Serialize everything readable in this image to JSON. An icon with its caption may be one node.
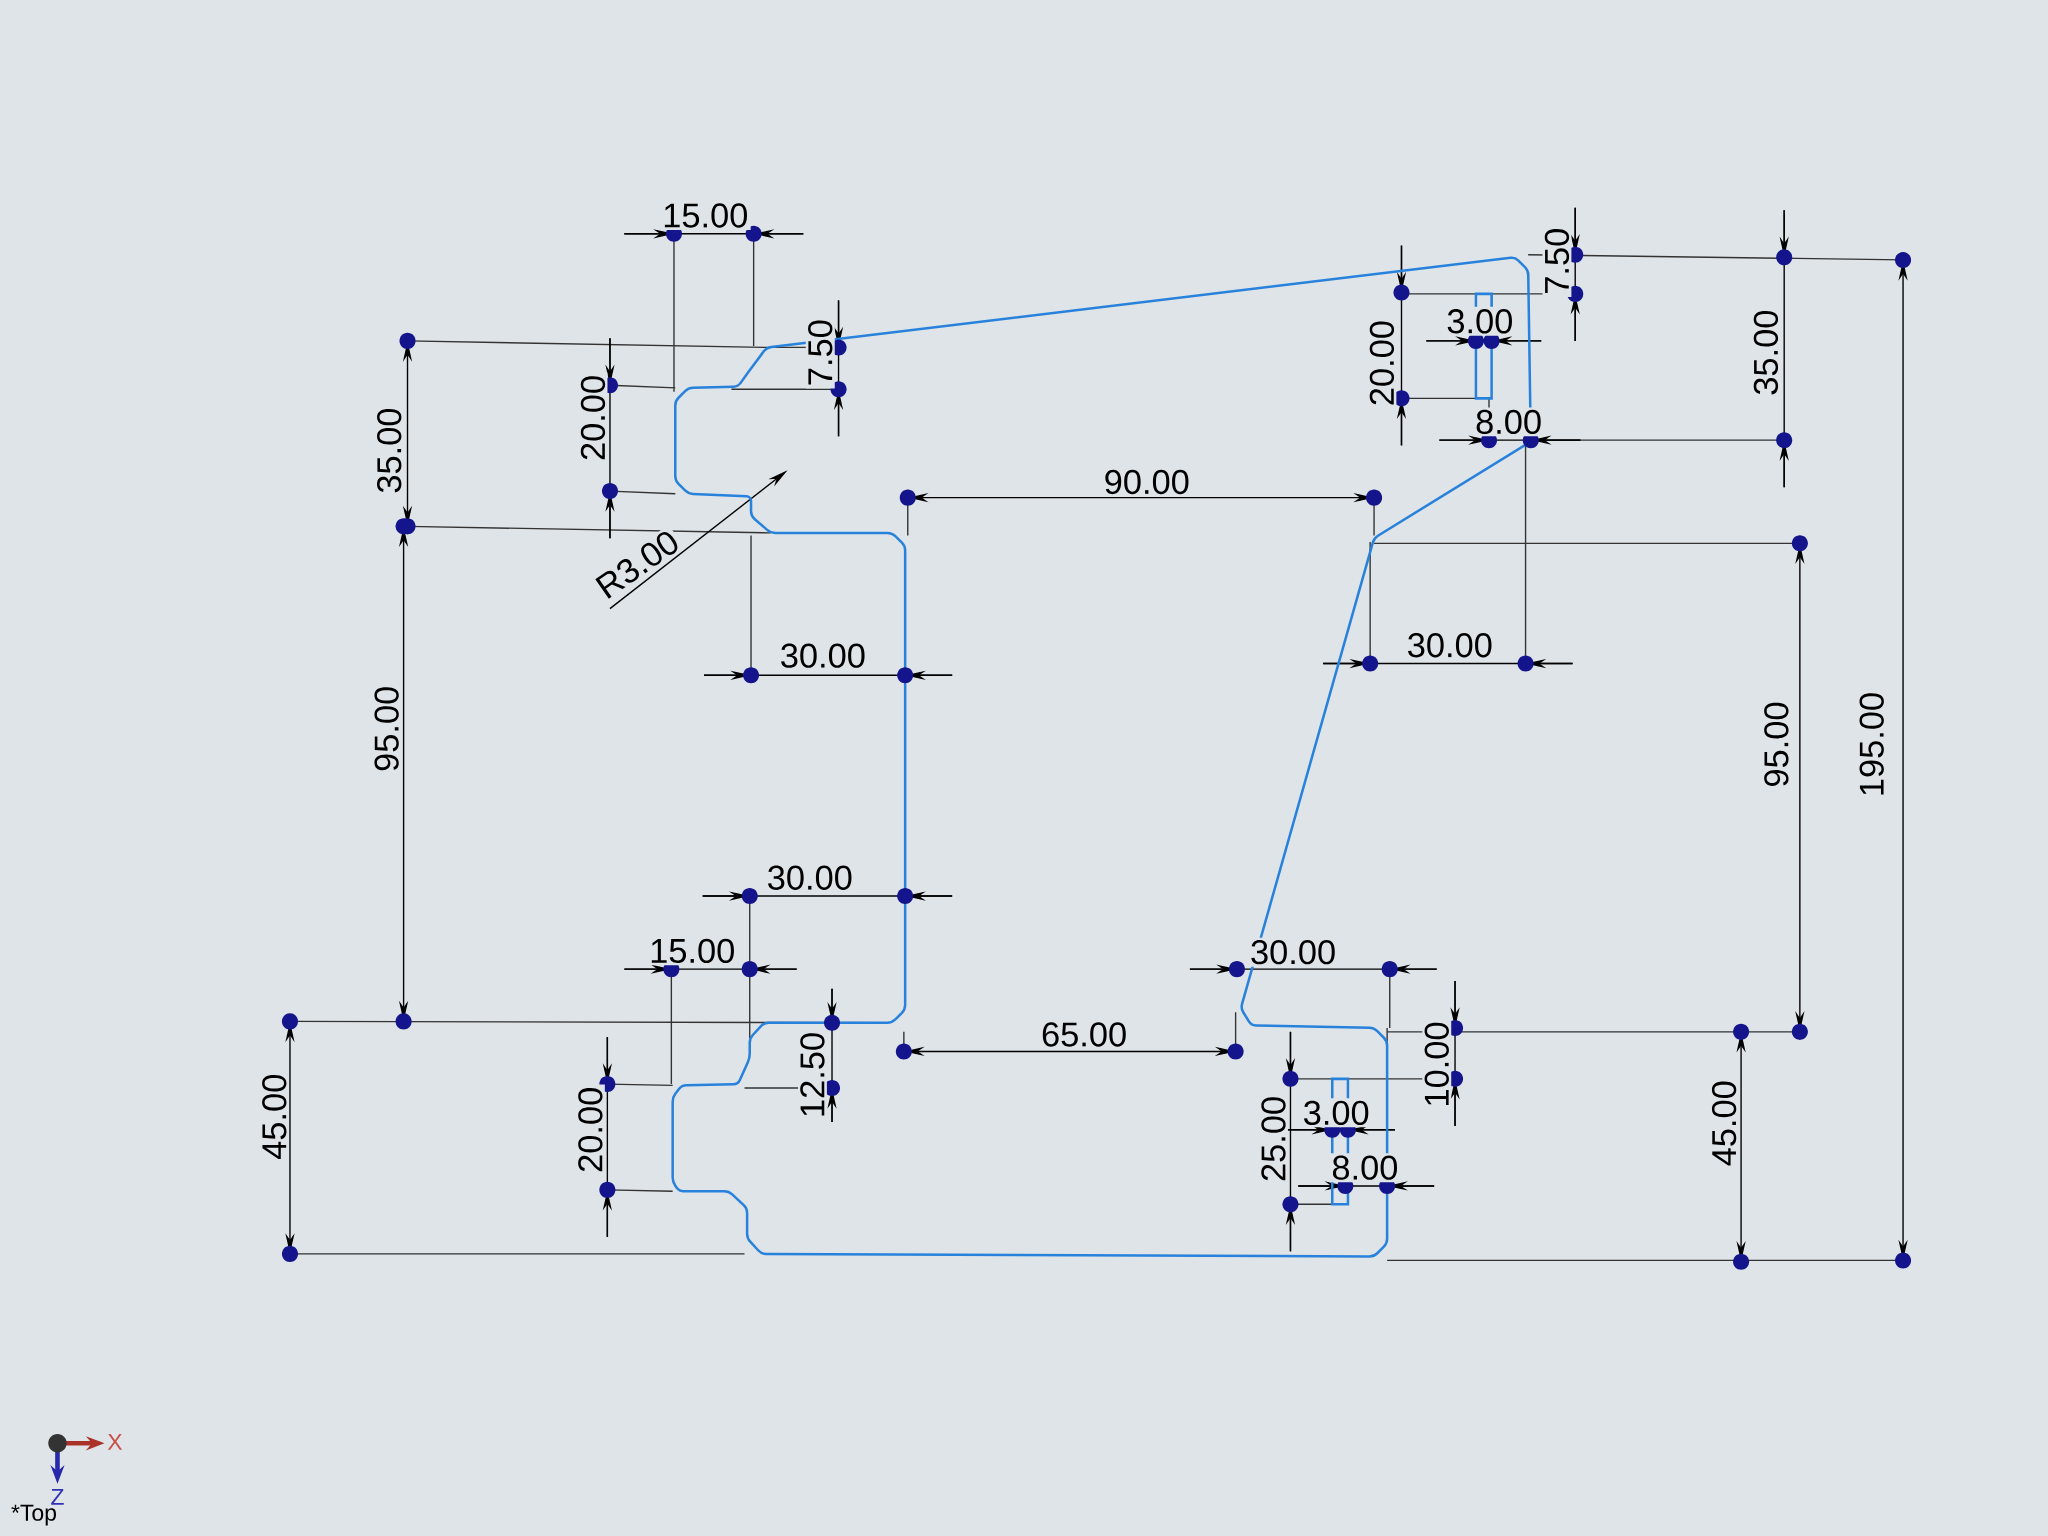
{
  "diagram": {
    "labels": [
      "15.00",
      "7.50",
      "35.00",
      "20.00",
      "R3.00",
      "7.50",
      "3.00",
      "20.00",
      "35.00",
      "8.00",
      "90.00",
      "30.00",
      "30.00",
      "95.00",
      "95.00",
      "195.00",
      "30.00",
      "15.00",
      "30.00",
      "65.00",
      "12.50",
      "10.00",
      "45.00",
      "20.00",
      "3.00",
      "25.00",
      "8.00",
      "45.00",
      "X",
      "Z",
      "*Top"
    ]
  }
}
